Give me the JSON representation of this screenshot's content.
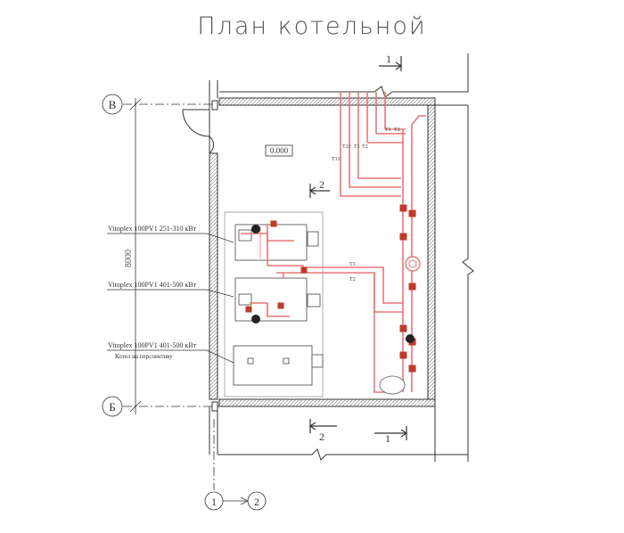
{
  "title": "План котельной",
  "level_mark": "0.000",
  "dimension": "8000",
  "axes": {
    "top": "В",
    "bottom": "Б",
    "left_bottom": "1",
    "right_bottom": "2"
  },
  "sections": {
    "s1_top": "1",
    "s1_bottom": "1",
    "s2_mid": "2",
    "s2_bottom": "2"
  },
  "boilers": [
    {
      "label": "Vitoplex 100PV1 251-310 кВт"
    },
    {
      "label": "Vitoplex 100PV1 401-500 кВт"
    },
    {
      "label": "Vitoplex 100PV1 401-500 кВт",
      "sublabel": "Котел на перспективу"
    }
  ],
  "pipe_labels": {
    "t1": "T1",
    "t2": "T2",
    "t11": "T11",
    "t21": "T21"
  },
  "colors": {
    "line": "#333333",
    "pipe": "#e87777",
    "valve": "#c0392b",
    "pump": "#222222"
  }
}
